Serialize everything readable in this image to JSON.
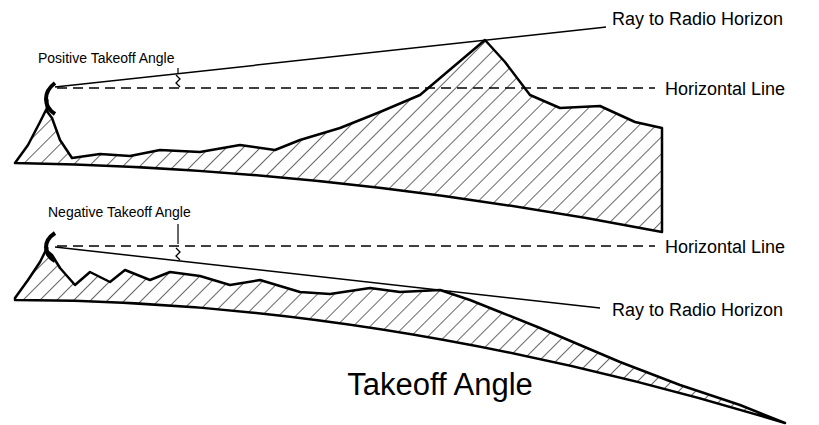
{
  "diagram": {
    "title": "Takeoff Angle",
    "labels": [
      "Positive Takeoff Angle",
      "Ray to Radio Horizon",
      "Horizontal Line",
      "Negative Takeoff Angle",
      "Horizontal Line",
      "Ray to Radio Horizon"
    ]
  }
}
